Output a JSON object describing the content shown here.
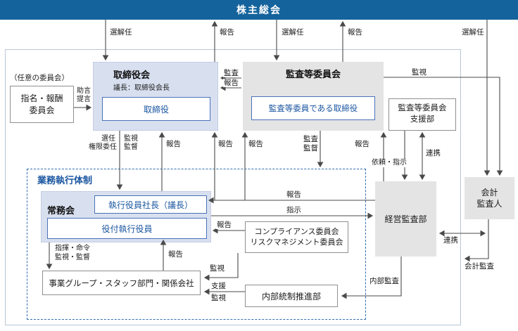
{
  "colors": {
    "accent-blue": "#14639c",
    "box-blue": "#d8e0f0",
    "box-gray": "#e4e4e4",
    "border-blue": "#4a72b8",
    "text-blue": "#1a56a0",
    "line-color": "#4a4a4a"
  },
  "title_bar": {
    "label": "株主総会"
  },
  "board": {
    "title": "取締役会",
    "chair": "議長：取締役会長",
    "directors": "取締役"
  },
  "audit": {
    "title": "監査等委員会",
    "directors": "監査等委員である取締役"
  },
  "left": {
    "note": "（任意の委員会）",
    "nomination1": "指名・報酬",
    "nomination2": "委員会"
  },
  "support": {
    "line1": "監査等委員会",
    "line2": "支援部"
  },
  "exec": {
    "frame": "業務執行体制",
    "jomukai": "常務会",
    "president": "執行役員社長（議長）",
    "officers": "役付執行役員",
    "groups": "事業グループ・スタッフ部門・関係会社",
    "compliance1": "コンプライアンス委員会",
    "compliance2": "リスクマネジメント委員会",
    "internal_control": "内部統制推進部"
  },
  "right": {
    "management_audit": "経営監査部",
    "auditor1": "会計",
    "auditor2": "監査人"
  },
  "edges": {
    "e_appoint1": "選解任",
    "e_report_top1": "報告",
    "e_appoint2": "選解任",
    "e_report_top2": "報告",
    "e_appoint3": "選解任",
    "e_monitor_top": "監視",
    "e_advice1": "助言",
    "e_advice2": "提言",
    "e_audit": "監査",
    "e_report_board": "報告",
    "e_appointment": "選任",
    "e_delegation": "権限委任",
    "e_monitor1": "監視",
    "e_supervise1": "監督",
    "e_report_jomu": "報告",
    "e_report_b1": "報告",
    "e_report_b2": "報告",
    "e_audit2": "監査",
    "e_supervise2": "監督",
    "e_report_ma": "報告",
    "e_request": "依頼・指示",
    "e_coop1": "連携",
    "e_report_pres": "報告",
    "e_instruct": "指示",
    "e_report_comp": "報告",
    "e_monitor_comp": "監視",
    "e_support": "支援",
    "e_monitor_ic": "監視",
    "e_report_bg": "報告",
    "e_command": "指揮・命令",
    "e_monitor_sup": "監視・監督",
    "e_internal_audit": "内部監査",
    "e_coop2": "連携",
    "e_acct_audit": "会計監査"
  }
}
